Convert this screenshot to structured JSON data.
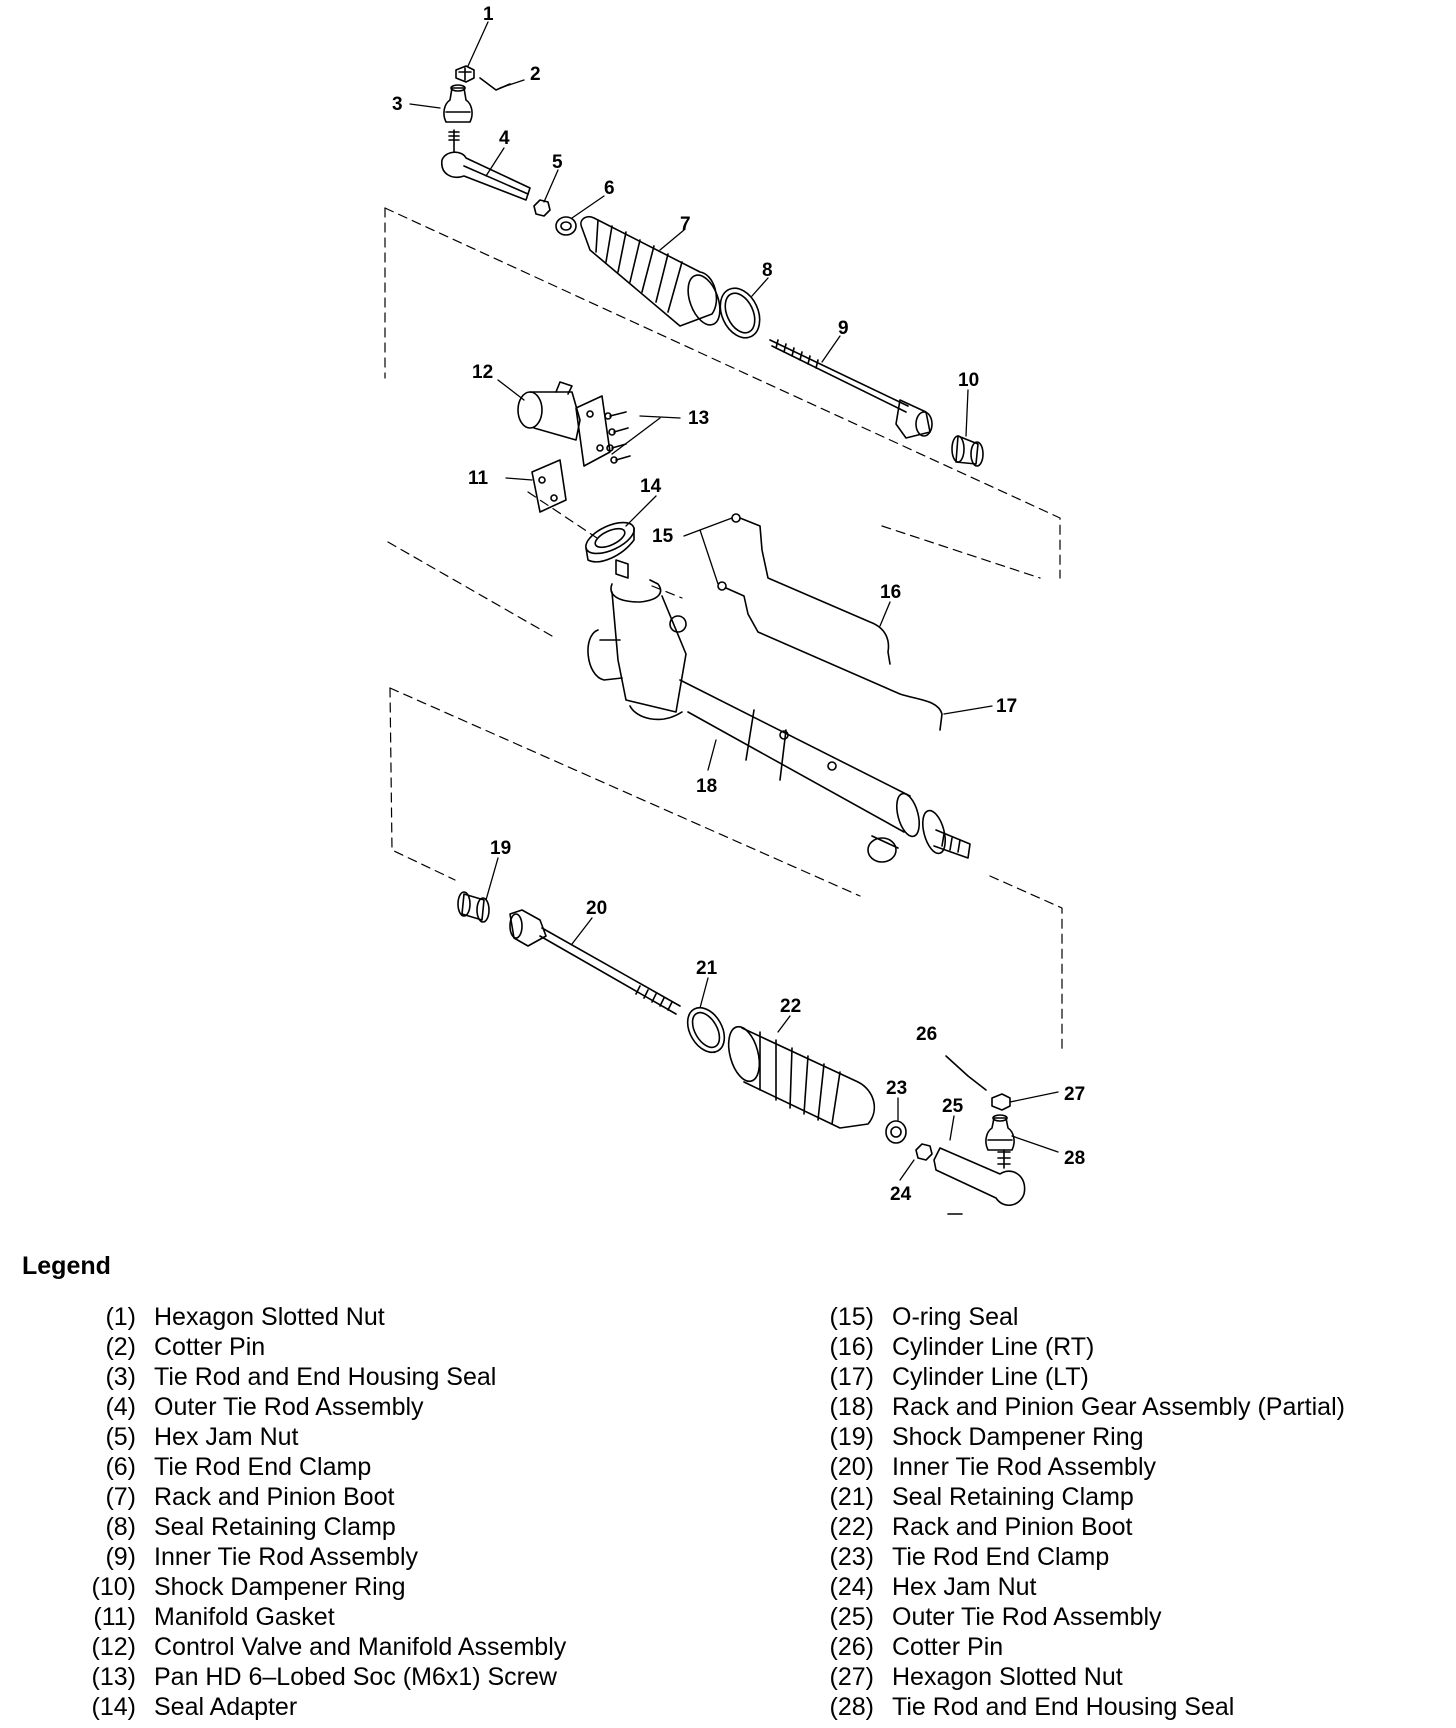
{
  "diagram": {
    "callouts": [
      "1",
      "2",
      "3",
      "4",
      "5",
      "6",
      "7",
      "8",
      "9",
      "10",
      "11",
      "12",
      "13",
      "14",
      "15",
      "16",
      "17",
      "18",
      "19",
      "20",
      "21",
      "22",
      "23",
      "24",
      "25",
      "26",
      "27",
      "28"
    ]
  },
  "legend": {
    "title": "Legend",
    "left": [
      {
        "num": "(1)",
        "name": "Hexagon Slotted Nut"
      },
      {
        "num": "(2)",
        "name": "Cotter Pin"
      },
      {
        "num": "(3)",
        "name": "Tie Rod and End Housing Seal"
      },
      {
        "num": "(4)",
        "name": "Outer Tie Rod Assembly"
      },
      {
        "num": "(5)",
        "name": "Hex Jam Nut"
      },
      {
        "num": "(6)",
        "name": "Tie Rod End Clamp"
      },
      {
        "num": "(7)",
        "name": "Rack and Pinion Boot"
      },
      {
        "num": "(8)",
        "name": "Seal Retaining Clamp"
      },
      {
        "num": "(9)",
        "name": "Inner Tie Rod Assembly"
      },
      {
        "num": "(10)",
        "name": "Shock Dampener Ring"
      },
      {
        "num": "(11)",
        "name": "Manifold Gasket"
      },
      {
        "num": "(12)",
        "name": "Control Valve and Manifold Assembly"
      },
      {
        "num": "(13)",
        "name": "Pan HD 6–Lobed Soc (M6x1) Screw"
      },
      {
        "num": "(14)",
        "name": "Seal Adapter"
      }
    ],
    "right": [
      {
        "num": "(15)",
        "name": "O-ring Seal"
      },
      {
        "num": "(16)",
        "name": "Cylinder Line (RT)"
      },
      {
        "num": "(17)",
        "name": "Cylinder Line (LT)"
      },
      {
        "num": "(18)",
        "name": "Rack and Pinion Gear Assembly (Partial)"
      },
      {
        "num": "(19)",
        "name": "Shock Dampener Ring"
      },
      {
        "num": "(20)",
        "name": "Inner Tie Rod Assembly"
      },
      {
        "num": "(21)",
        "name": "Seal Retaining Clamp"
      },
      {
        "num": "(22)",
        "name": "Rack and Pinion Boot"
      },
      {
        "num": "(23)",
        "name": "Tie Rod End Clamp"
      },
      {
        "num": "(24)",
        "name": "Hex Jam Nut"
      },
      {
        "num": "(25)",
        "name": "Outer Tie Rod Assembly"
      },
      {
        "num": "(26)",
        "name": "Cotter Pin"
      },
      {
        "num": "(27)",
        "name": "Hexagon Slotted Nut"
      },
      {
        "num": "(28)",
        "name": "Tie Rod and End Housing Seal"
      }
    ]
  }
}
